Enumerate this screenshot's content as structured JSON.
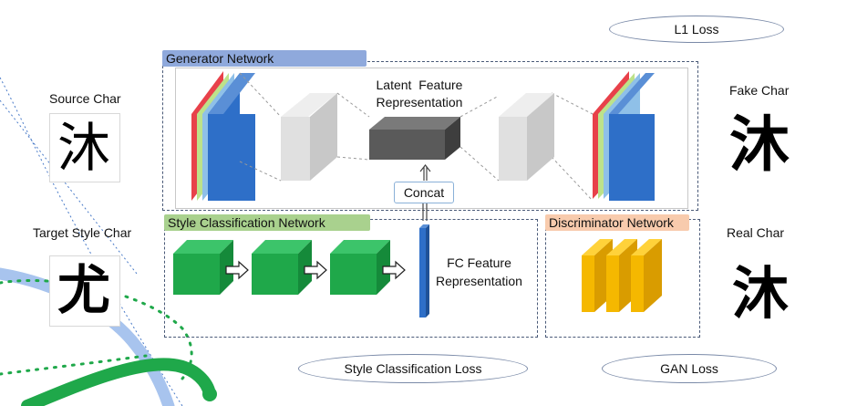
{
  "labels": {
    "source_char": "Source Char",
    "target_style_char": "Target Style Char",
    "fake_char": "Fake Char",
    "real_char": "Real Char",
    "generator_network": "Generator Network",
    "latent_feature": "Latent  Feature\nRepresentation",
    "concat": "Concat",
    "style_classification_network": "Style Classification Network",
    "fc_feature": "FC Feature\nRepresentation",
    "discriminator_network": "Discriminator Network"
  },
  "losses": {
    "l1": "L1 Loss",
    "style_classification": "Style Classification Loss",
    "gan": "GAN Loss"
  },
  "characters": {
    "source": "沐",
    "target_style": "尤",
    "fake": "沐",
    "real": "沐"
  },
  "colors": {
    "generator_bar": "#8fa9dc",
    "style_bar": "#a9d18e",
    "discriminator_bar": "#f8cbad",
    "green_cube": "#1fa84a",
    "yellow_block": "#f5b800",
    "blue_layer": "#2e6fc8"
  }
}
